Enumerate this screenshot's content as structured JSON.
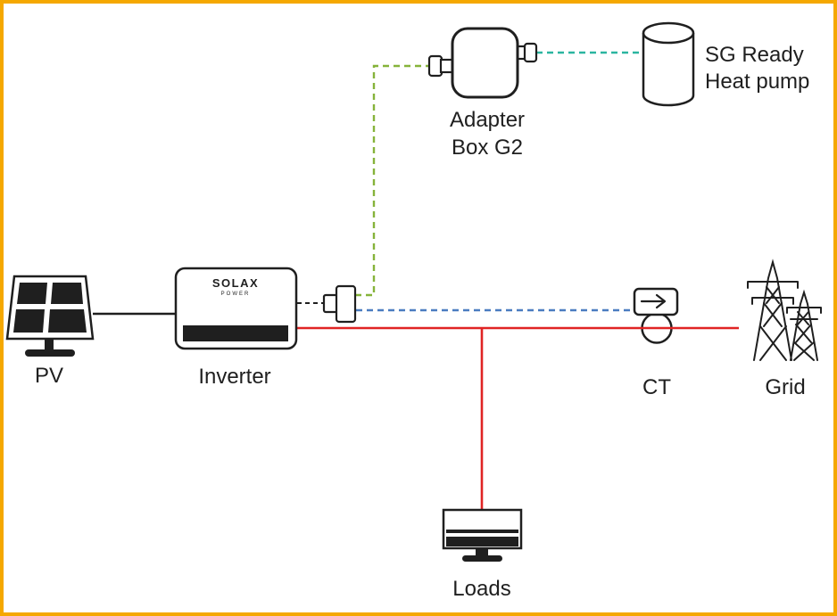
{
  "diagram": {
    "nodes": {
      "pv": {
        "label": "PV"
      },
      "inverter": {
        "label": "Inverter",
        "brand": "SOLAX",
        "brand_sub": "POWER"
      },
      "adapter_box": {
        "label_line1": "Adapter",
        "label_line2": "Box G2"
      },
      "heat_pump": {
        "label_line1": "SG Ready",
        "label_line2": "Heat pump"
      },
      "ct": {
        "label": "CT"
      },
      "grid": {
        "label": "Grid"
      },
      "loads": {
        "label": "Loads"
      }
    },
    "colors": {
      "border": "#F5A800",
      "power_line_red": "#E02424",
      "pv_line_black": "#1F1F1F",
      "comm_line_green": "#86B33A",
      "comm_line_teal": "#2BB5A0",
      "comm_line_blue": "#4A7CC0",
      "outline_black": "#1F1F1F",
      "text": "#1F1F1F"
    }
  }
}
